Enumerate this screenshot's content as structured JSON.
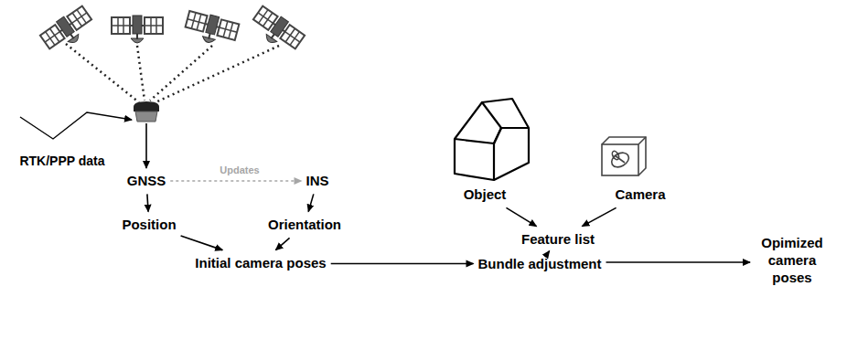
{
  "diagram": {
    "nodes": [
      {
        "text": [
          "GNSS"
        ]
      },
      {
        "text": [
          "INS"
        ]
      },
      {
        "text": [
          "Position"
        ]
      },
      {
        "text": [
          "Orientation"
        ]
      },
      {
        "text": [
          "Initial camera poses"
        ]
      },
      {
        "text": [
          "Object"
        ]
      },
      {
        "text": [
          "Camera"
        ]
      },
      {
        "text": [
          "Feature list"
        ]
      },
      {
        "text": [
          "Bundle adjustment"
        ]
      },
      {
        "text": [
          "Opimized camera poses"
        ]
      }
    ],
    "edges": [
      {
        "from": 0,
        "to": 1,
        "label": "Updates",
        "arrow": "to"
      },
      {
        "from": 0,
        "to": 2,
        "arrow": "to"
      },
      {
        "from": 1,
        "to": 3,
        "arrow": "to"
      },
      {
        "from": 2,
        "to": 4,
        "arrow": "to"
      },
      {
        "from": 3,
        "to": 4,
        "arrow": "to"
      },
      {
        "from": 4,
        "to": 8,
        "arrow": "to"
      },
      {
        "from": 5,
        "to": 7,
        "arrow": "to"
      },
      {
        "from": 6,
        "to": 7,
        "arrow": "to"
      },
      {
        "from": 7,
        "to": 8,
        "arrow": "to"
      },
      {
        "from": 8,
        "to": 9,
        "arrow": "to"
      }
    ],
    "labels": [
      "RTK/PPP data"
    ]
  }
}
